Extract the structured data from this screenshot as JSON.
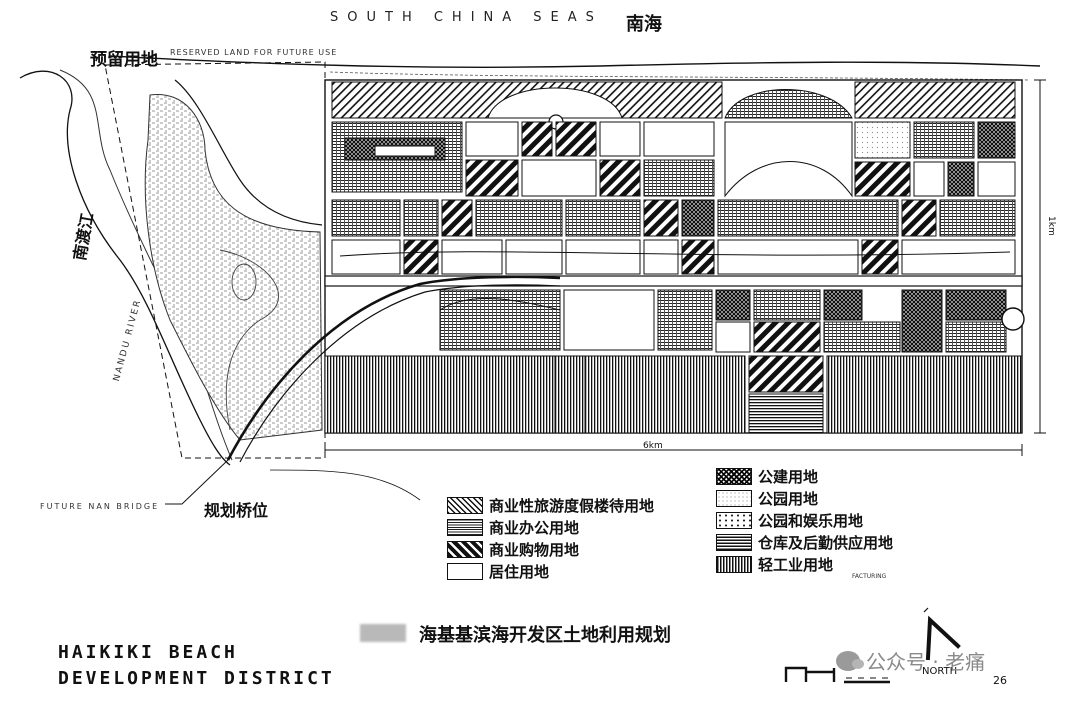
{
  "header": {
    "sea_en": "SOUTH CHINA SEAS",
    "sea_cn": "南海",
    "reserve_cn": "预留用地",
    "reserve_en": "RESERVED LAND FOR FUTURE USE"
  },
  "labels": {
    "river_cn": "南渡江",
    "river_en": "NANDU RIVER",
    "distance_6km": "6km",
    "distance_1km": "1km",
    "bridge_en": "FUTURE NAN BRIDGE",
    "bridge_cn": "规划桥位"
  },
  "legend": {
    "col1": [
      {
        "label": "商业性旅游度假楼待用地",
        "pattern": "resort"
      },
      {
        "label": "商业办公用地",
        "pattern": "office"
      },
      {
        "label": "商业购物用地",
        "pattern": "shop"
      },
      {
        "label": "居住用地",
        "pattern": "residential"
      }
    ],
    "col2": [
      {
        "label": "公建用地",
        "pattern": "public"
      },
      {
        "label": "公园用地",
        "pattern": "park"
      },
      {
        "label": "公园和娱乐用地",
        "pattern": "recreation"
      },
      {
        "label": "仓库及后勤供应用地",
        "pattern": "warehouse"
      },
      {
        "label": "轻工业用地",
        "pattern": "industry"
      }
    ],
    "industry_note": "FACTURING"
  },
  "footer": {
    "title_en_line1": "HAIKIKI BEACH",
    "title_en_line2": "DEVELOPMENT DISTRICT",
    "title_cn": "海基基滨海开发区土地利用规划",
    "north_label": "NORTH",
    "page_number": "26",
    "watermark": "公众号 · 老痛"
  },
  "colors": {
    "ink": "#111111",
    "paper": "#ffffff",
    "watermark": "#8a8a8a"
  },
  "icons": [
    "north-arrow-icon",
    "wechat-icon"
  ]
}
